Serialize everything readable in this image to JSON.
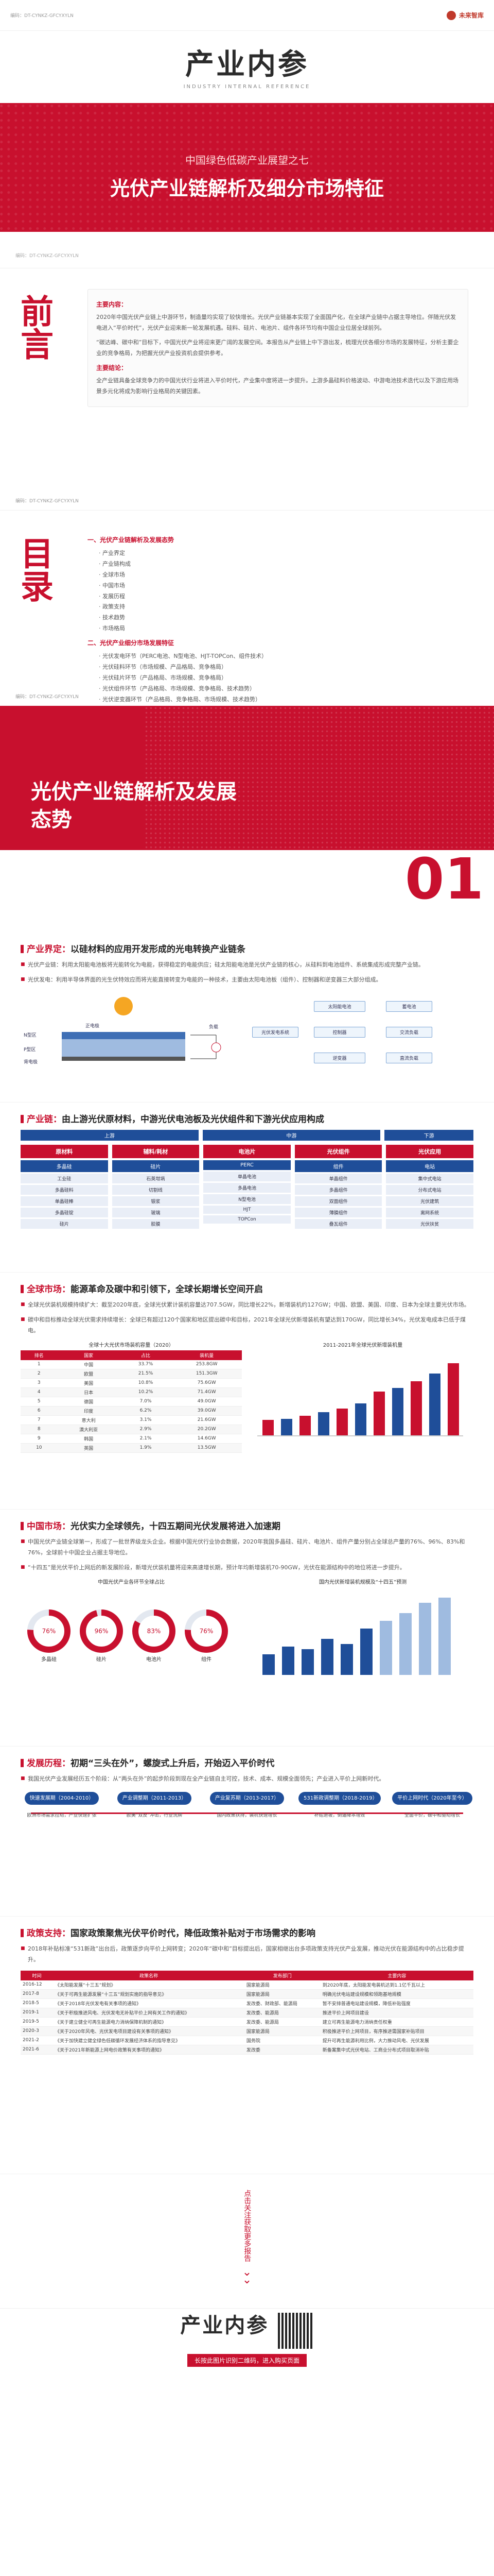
{
  "cover": {
    "report_code": "编码：DT-CYNKZ-GFCYXYLN",
    "brand": "产业内参",
    "brand_en": "INDUSTRY INTERNAL REFERENCE",
    "partner_logo": "未来智库",
    "subtitle": "中国绿色低碳产业展望之七",
    "title": "光伏产业链解析及细分市场特征",
    "footer_left": "编码：DT-CYNKZ-GFCYXYLN"
  },
  "preface": {
    "glyph": "前言",
    "h1": "主要内容：",
    "p1": "2020年中国光伏产业链上中游环节，制造量均实现了较快增长。光伏产业链基本实现了全面国产化，在全球产业链中占据主导地位。伴随光伏发电进入“平价时代”，光伏产业迎来新一轮发展机遇。硅料、硅片、电池片、组件各环节均有中国企业位居全球前列。",
    "p2": "“碳达峰、碳中和”目标下，中国光伏产业将迎来更广阔的发展空间。本报告从产业链上中下游出发，梳理光伏各细分市场的发展特征，分析主要企业的竞争格局，为把握光伏产业投资机会提供参考。",
    "h2": "主要结论：",
    "p3": "全产业链具备全球竞争力的中国光伏行业将进入平价时代，产业集中度将进一步提升。上游多晶硅料价格波动、中游电池技术迭代以及下游应用场景多元化将成为影响行业格局的关键因素。",
    "footer": "编码：DT-CYNKZ-GFCYXYLN"
  },
  "toc": {
    "glyph": "目录",
    "h1": "一、光伏产业链解析及发展态势",
    "items1": [
      "· 产业界定",
      "· 产业链构成",
      "· 全球市场",
      "· 中国市场",
      "· 发展历程",
      "· 政策支持",
      "· 技术趋势",
      "· 市场格局"
    ],
    "h2": "二、光伏产业细分市场发展特征",
    "items2": [
      "· 光伏发电环节（PERC电池、N型电池、HJT-TOPCon、组件技术）",
      "· 光伏硅料环节（市场规模、产品格局、竞争格局）",
      "· 光伏硅片环节（产品格局、市场规模、竞争格局）",
      "· 光伏组件环节（产品格局、市场规模、竞争格局、技术趋势）",
      "· 光伏逆变器环节（产品格局、竞争格局、市场规模、技术趋势）"
    ],
    "footer": "编码：DT-CYNKZ-GFCYXYLN"
  },
  "banner": {
    "title": "光伏产业链解析及发展态势",
    "number": "01"
  },
  "sec_definition": {
    "title_tag": "产业界定：",
    "title_rest": "以硅材料的应用开发形成的光电转换产业链条",
    "b1": "光伏产业链：利用太阳能电池板将光能转化为电能，获得稳定的电能供应；硅太阳能电池是光伏产业链的核心，从硅料到电池组件、系统集成形成完整产业链。",
    "b2": "光伏发电：利用半导体界面的光生伏特效应而将光能直接转变为电能的一种技术，主要由太阳电池板（组件）、控制器和逆变器三大部分组成。",
    "diagram_labels": [
      "负载",
      "正电极",
      "N型区",
      "P型区",
      "背电极",
      "光伏发电系统",
      "太阳能电池",
      "控制器",
      "逆变器",
      "蓄电池",
      "交流负载",
      "直流负载"
    ]
  },
  "sec_chain": {
    "title_tag": "产业链：",
    "title_rest": "由上游光伏原材料，中游光伏电池板及光伏组件和下游光伏应用构成",
    "stages": [
      "上游",
      "中游",
      "下游"
    ],
    "columns": [
      {
        "head": "原材料",
        "sub": "多晶硅",
        "cells": [
          "工业硅",
          "多晶硅料",
          "单晶硅棒",
          "多晶硅锭",
          "硅片"
        ]
      },
      {
        "head": "辅料/耗材",
        "sub": "硅片",
        "cells": [
          "石英坩埚",
          "切割线",
          "银浆",
          "玻璃",
          "胶膜"
        ]
      },
      {
        "head": "电池片",
        "sub": "PERC",
        "cells": [
          "单晶电池",
          "多晶电池",
          "N型电池",
          "HJT",
          "TOPCon"
        ]
      },
      {
        "head": "光伏组件",
        "sub": "组件",
        "cells": [
          "单晶组件",
          "多晶组件",
          "双面组件",
          "薄膜组件",
          "叠瓦组件"
        ]
      },
      {
        "head": "光伏应用",
        "sub": "电站",
        "cells": [
          "集中式电站",
          "分布式电站",
          "光伏建筑",
          "离网系统",
          "光伏扶贫"
        ]
      }
    ]
  },
  "sec_global": {
    "title_tag": "全球市场：",
    "title_rest": "能源革命及碳中和引领下，全球长期增长空间开启",
    "b1": "全球光伏装机规模持续扩大：截至2020年底，全球光伏累计装机容量达707.5GW，同比增长22%，新增装机约127GW；中国、欧盟、美国、印度、日本为全球主要光伏市场。",
    "b2": "碳中和目标推动全球光伏需求持续增长：全球已有超过120个国家和地区提出碳中和目标，2021年全球光伏新增装机有望达到170GW，同比增长34%，光伏发电成本已低于煤电。",
    "table_title": "全球十大光伏市场装机容量（2020）",
    "table_headers": [
      "排名",
      "国家",
      "占比",
      "装机量"
    ],
    "table_rows": [
      [
        "1",
        "中国",
        "33.7%",
        "253.8GW"
      ],
      [
        "2",
        "欧盟",
        "21.5%",
        "151.3GW"
      ],
      [
        "3",
        "美国",
        "10.8%",
        "75.6GW"
      ],
      [
        "4",
        "日本",
        "10.2%",
        "71.4GW"
      ],
      [
        "5",
        "德国",
        "7.0%",
        "49.0GW"
      ],
      [
        "6",
        "印度",
        "6.2%",
        "39.0GW"
      ],
      [
        "7",
        "意大利",
        "3.1%",
        "21.6GW"
      ],
      [
        "8",
        "澳大利亚",
        "2.9%",
        "20.2GW"
      ],
      [
        "9",
        "韩国",
        "2.1%",
        "14.6GW"
      ],
      [
        "10",
        "英国",
        "1.9%",
        "13.5GW"
      ]
    ],
    "chart_title": "2011-2021年全球光伏新增装机量"
  },
  "sec_china": {
    "title_tag": "中国市场：",
    "title_rest": "光伏实力全球领先，十四五期间光伏发展将进入加速期",
    "b1": "中国光伏产业链全球第一，形成了一批世界级龙头企业。根据中国光伏行业协会数据，2020年我国多晶硅、硅片、电池片、组件产量分别占全球总产量的76%、96%、83%和76%，全球前十中国企业占据主导地位。",
    "b2": "“十四五”是光伏平价上网后的新发展阶段，新增光伏装机量将迎来高速增长期，预计年均新增装机70-90GW，光伏在能源结构中的地位将进一步提升。",
    "donut_title": "中国光伏产业各环节全球占比",
    "donuts": [
      {
        "label": "多晶硅",
        "value": 76
      },
      {
        "label": "硅片",
        "value": 96
      },
      {
        "label": "电池片",
        "value": 83
      },
      {
        "label": "组件",
        "value": 76
      }
    ],
    "bar_title": "国内光伏新增装机规模及“十四五”预测"
  },
  "sec_history": {
    "title_tag": "发展历程：",
    "title_rest": "初期“三头在外”，螺旋式上升后，开始迈入平价时代",
    "b1": "我国光伏产业发展经历五个阶段：从“两头在外”的起步阶段到现在全产业链自主可控，技术、成本、规模全面领先；产业进入平价上网新时代。",
    "stages": [
      {
        "pill": "快速发展期（2004-2010）",
        "text": "欧洲市场需求拉动，产业快速扩张"
      },
      {
        "pill": "产业调整期（2011-2013）",
        "text": "欧美“双反”冲击，行业洗牌"
      },
      {
        "pill": "产业复苏期（2013-2017）",
        "text": "国内政策扶持，装机快速增长"
      },
      {
        "pill": "531新政调整期（2018-2019）",
        "text": "补贴退坡，倒逼降本增效"
      },
      {
        "pill": "平价上网时代（2020年至今）",
        "text": "全面平价，碳中和驱动增长"
      }
    ]
  },
  "sec_policy": {
    "title_tag": "政策支持：",
    "title_rest": "国家政策聚焦光伏平价时代，降低政策补贴对于市场需求的影响",
    "b1": "2018年补贴标准“531新政”出台后，政策逐步向平价上网转变；2020年“碳中和”目标提出后，国家相继出台多项政策支持光伏产业发展，推动光伏在能源结构中的占比稳步提升。",
    "table_headers": [
      "时间",
      "政策名称",
      "发布部门",
      "主要内容"
    ],
    "table_rows": [
      [
        "2016-12",
        "《太阳能发展“十三五”规划》",
        "国家能源局",
        "到2020年底，太阳能发电装机达到1.1亿千瓦以上"
      ],
      [
        "2017-8",
        "《关于可再生能源发展“十三五”规划实施的指导意见》",
        "国家能源局",
        "明确光伏电站建设规模和领跑基地规模"
      ],
      [
        "2018-5",
        "《关于2018年光伏发电有关事项的通知》",
        "发改委、财政部、能源局",
        "暂不安排普通电站建设规模，降低补贴强度"
      ],
      [
        "2019-1",
        "《关于积极推进风电、光伏发电无补贴平价上网有关工作的通知》",
        "发改委、能源局",
        "推进平价上网项目建设"
      ],
      [
        "2019-5",
        "《关于建立健全可再生能源电力消纳保障机制的通知》",
        "发改委、能源局",
        "建立可再生能源电力消纳责任权重"
      ],
      [
        "2020-3",
        "《关于2020年风电、光伏发电项目建设有关事项的通知》",
        "国家能源局",
        "积极推进平价上网项目，有序推进需国家补贴项目"
      ],
      [
        "2021-2",
        "《关于加快建立健全绿色低碳循环发展经济体系的指导意见》",
        "国务院",
        "提升可再生能源利用比例，大力推动风电、光伏发展"
      ],
      [
        "2021-6",
        "《关于2021年新能源上网电价政策有关事项的通知》",
        "发改委",
        "新备案集中式光伏电站、工商业分布式项目取消补贴"
      ]
    ]
  },
  "follow": {
    "chars": "点击关注获取更多报告",
    "logo": "产业内参",
    "caption": "长按此图片识别二维码，进入购买页面"
  }
}
